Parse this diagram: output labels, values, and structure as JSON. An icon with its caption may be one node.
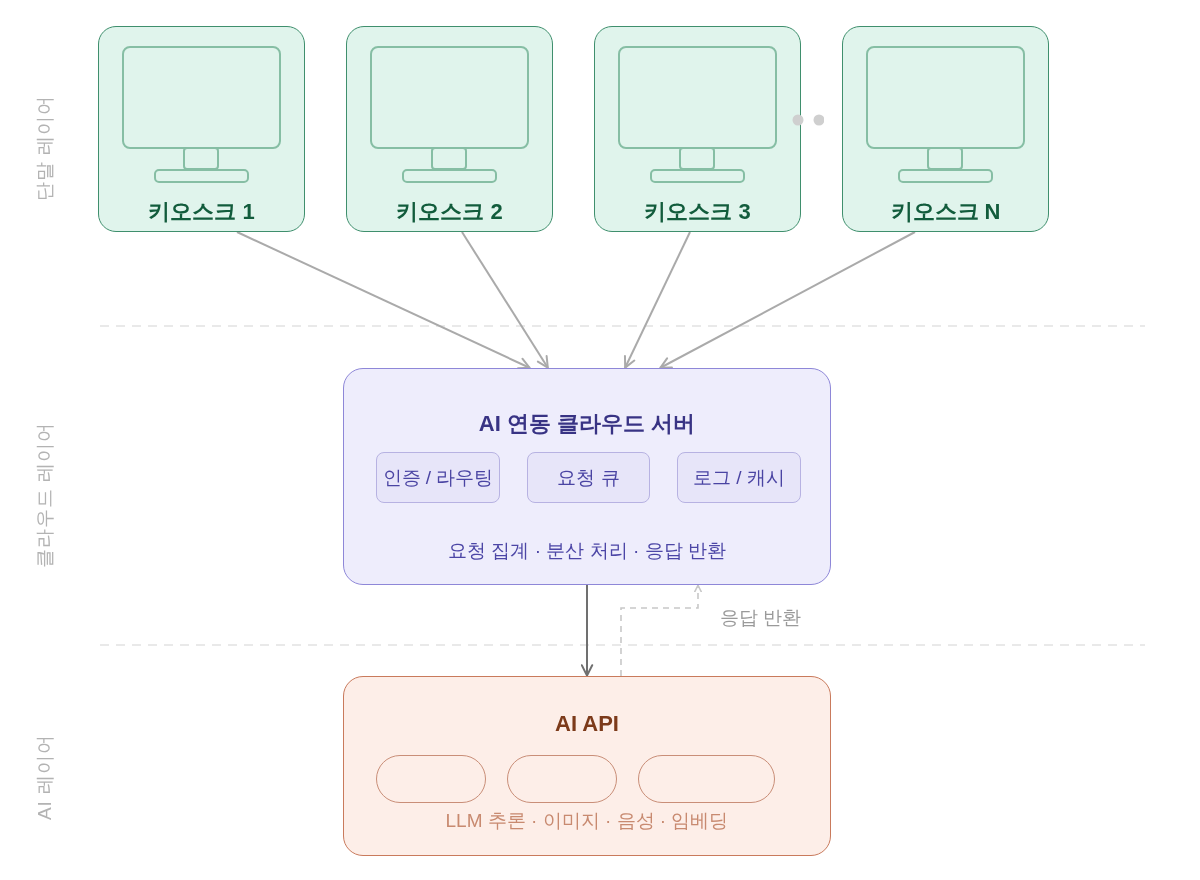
{
  "diagram": {
    "nodes": [
      {
        "text": [
          "키오스크 1"
        ]
      },
      {
        "text": [
          "키오스크 2"
        ]
      },
      {
        "text": [
          "키오스크 3"
        ]
      },
      {
        "text": [
          "키오스크 N"
        ]
      },
      {
        "text": [
          "AI 연동 클라우드 서버",
          "요청 집계 · 분산 처리 · 응답 반환"
        ]
      },
      {
        "text": [
          "인증 / 라우팅"
        ],
        "in": 4
      },
      {
        "text": [
          "요청 큐"
        ],
        "in": 4
      },
      {
        "text": [
          "로그 / 캐시"
        ],
        "in": 4
      },
      {
        "text": [
          "AI API",
          "LLM 추론 · 이미지 · 음성 · 임베딩"
        ]
      },
      {
        "text": [],
        "shape": "pill",
        "in": 8
      },
      {
        "text": [],
        "shape": "pill",
        "in": 8
      },
      {
        "text": [],
        "shape": "pill",
        "in": 8
      }
    ],
    "edges": [
      {
        "from": 0,
        "to": 4,
        "arrow": "to"
      },
      {
        "from": 1,
        "to": 4,
        "arrow": "to"
      },
      {
        "from": 2,
        "to": 4,
        "arrow": "to"
      },
      {
        "from": 3,
        "to": 4,
        "arrow": "to"
      },
      {
        "from": 4,
        "to": 8,
        "arrow": "to",
        "color": "#707070"
      },
      {
        "from": 8,
        "to": 4,
        "arrow": "to",
        "style": "dashed",
        "color": "#c8c8c8",
        "label": "응답 반환"
      }
    ],
    "labels": [
      "단말 레이어",
      "클라우드 레이어",
      "AI 레이어"
    ]
  }
}
